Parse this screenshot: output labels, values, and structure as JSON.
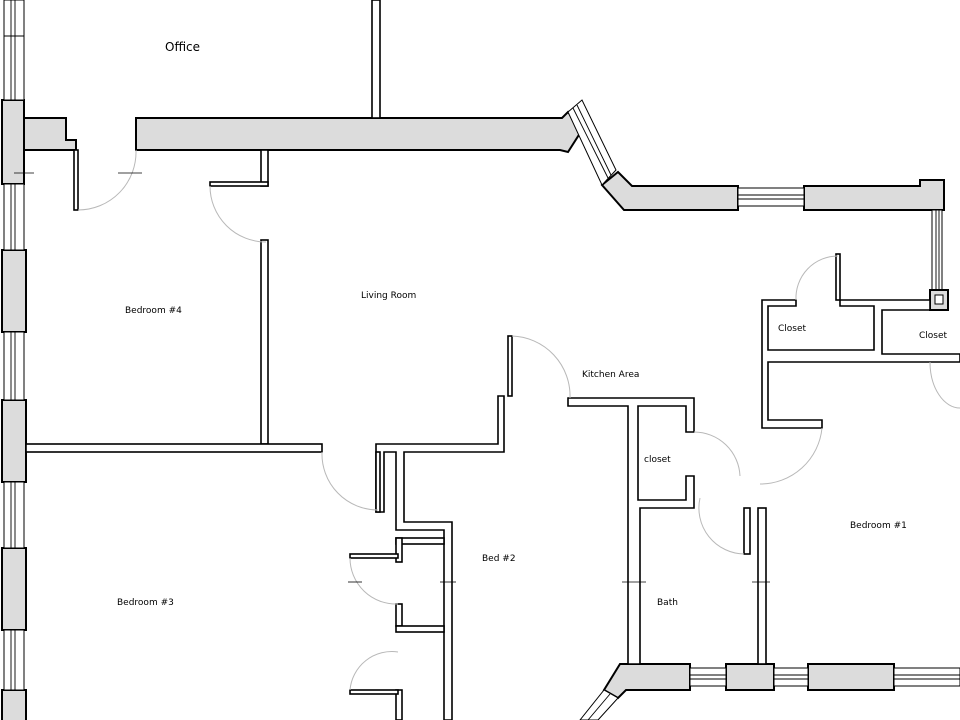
{
  "rooms": {
    "office": "Office",
    "living_room": "Living Room",
    "kitchen_area": "Kitchen Area",
    "bedroom_4": "Bedroom #4",
    "bedroom_3": "Bedroom #3",
    "bedroom_1": "Bedroom #1",
    "bed_2": "Bed #2",
    "bath": "Bath",
    "closet_small": "closet",
    "closet_a": "Closet",
    "closet_b": "Closet"
  },
  "colors": {
    "solid_wall_fill": "#dcdcdc",
    "line": "#000000",
    "door_swing": "#b8b8b8",
    "background": "#ffffff"
  }
}
